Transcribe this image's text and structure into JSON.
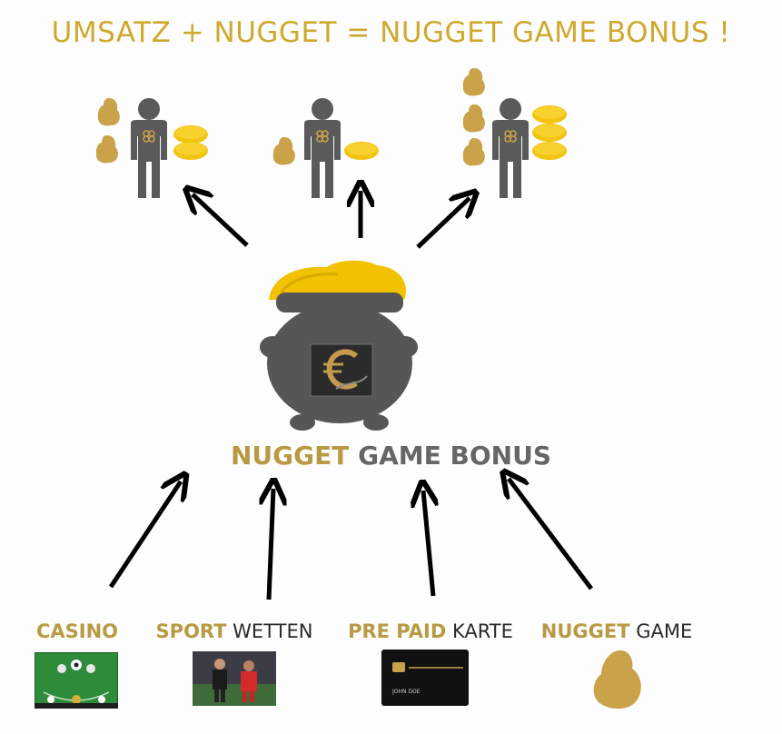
{
  "title": "UMSATZ + NUGGET = NUGGET GAME BONUS !",
  "pot_label": {
    "highlight": "NUGGET",
    "rest": "GAME BONUS"
  },
  "colors": {
    "gold_text": "#cfa92e",
    "gold_bold": "#b89a44",
    "nugget": "#c9a24a",
    "coin": "#f1c40f",
    "pot": "#575656",
    "person": "#5a5a5a",
    "arrow": "#000000",
    "card": "#111111"
  },
  "players": [
    {
      "name": "player-left",
      "nuggets": 2,
      "coins": 2
    },
    {
      "name": "player-middle",
      "nuggets": 1,
      "coins": 1
    },
    {
      "name": "player-right",
      "nuggets": 3,
      "coins": 3
    }
  ],
  "sources": [
    {
      "bold": "CASINO",
      "normal": "",
      "image": "casino-table-thumbnail"
    },
    {
      "bold": "SPORT",
      "normal": "WETTEN",
      "image": "football-players-thumbnail"
    },
    {
      "bold": "PRE PAID",
      "normal": "KARTE",
      "image": "prepaid-card-thumbnail",
      "card_name": "JOHN DOE"
    },
    {
      "bold": "NUGGET",
      "normal": "GAME",
      "image": "gold-nugget-icon"
    }
  ]
}
